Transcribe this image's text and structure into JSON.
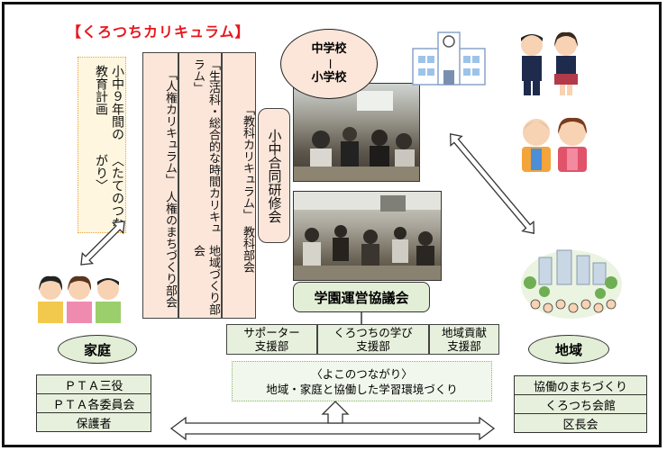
{
  "title": "【くろつちカリキュラム】",
  "tate": {
    "lines": [
      "〈たてのつながり〉",
      "小中９年間の教育計画"
    ]
  },
  "columns": [
    {
      "lines": [
        "「人権カリキュラム」",
        "人権のまちづくり部会"
      ]
    },
    {
      "lines": [
        "「生活科・総合的な時間カリキュラム」",
        "地域づくり部会"
      ]
    },
    {
      "lines": [
        "「教科カリキュラム」",
        "教科部会"
      ]
    }
  ],
  "kenshu": "小中合同研修会",
  "school": {
    "top": "中学校",
    "divider": "ー",
    "bottom": "小学校"
  },
  "council": "学園運営協議会",
  "support_units": [
    {
      "line1": "サポーター",
      "line2": "支援部"
    },
    {
      "line1": "くろつちの学び",
      "line2": "支援部"
    },
    {
      "line1": "地域貢献",
      "line2": "支援部"
    }
  ],
  "yoko": {
    "line1": "〈よこのつながり〉",
    "line2": "地域・家庭と協働した学習環境づくり"
  },
  "home": {
    "label": "家庭",
    "items": [
      "ＰＴＡ三役",
      "ＰＴＡ各委員会",
      "保護者"
    ]
  },
  "region": {
    "label": "地域",
    "items": [
      "協働のまちづくり",
      "くろつち会館",
      "区長会"
    ]
  },
  "colors": {
    "accent_red": "#e8161d",
    "peach": "#fbe6d9",
    "green": "#e3eed6"
  }
}
